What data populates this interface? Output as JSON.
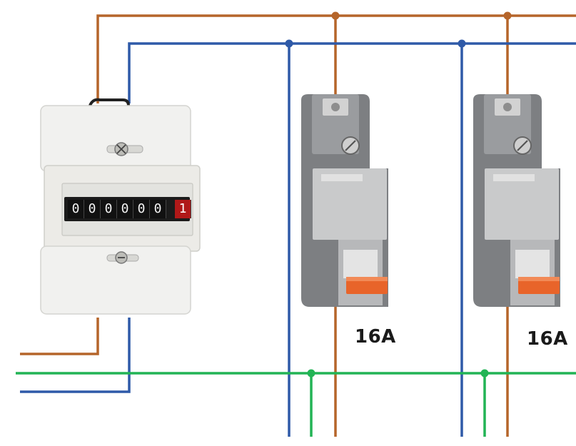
{
  "labels": {
    "breaker_1_rating": "16A",
    "breaker_2_rating": "16A"
  },
  "meter": {
    "digits": [
      "0",
      "0",
      "0",
      "0",
      "0",
      "0"
    ],
    "last_digit": "1"
  },
  "colors": {
    "phase_wire": "#b5652a",
    "neutral_wire": "#2f5aa8",
    "ground_wire": "#22b455",
    "breaker_toggle": "#e8642a",
    "breaker_body": "#8a8c8f"
  }
}
